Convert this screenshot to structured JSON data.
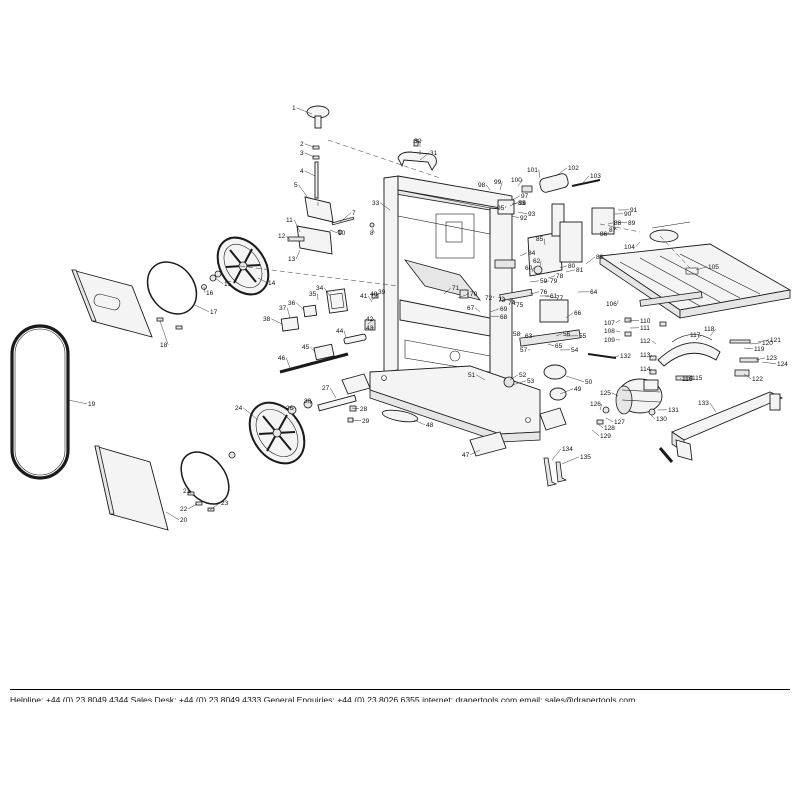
{
  "footer": {
    "text": "Helpline: +44 (0) 23 8049 4344   Sales Desk: +44 (0) 23 8049 4333   General Enquiries: +44 (0) 23 8026 6355   internet: drapertools.com   email: sales@drapertools.com"
  },
  "labels": [
    {
      "id": "1",
      "text": "1"
    },
    {
      "id": "2",
      "text": "2"
    },
    {
      "id": "3",
      "text": "3"
    },
    {
      "id": "4",
      "text": "4"
    },
    {
      "id": "5",
      "text": "5"
    },
    {
      "id": "7",
      "text": "7"
    },
    {
      "id": "8",
      "text": "8"
    },
    {
      "id": "10",
      "text": "10"
    },
    {
      "id": "11",
      "text": "11"
    },
    {
      "id": "12",
      "text": "12"
    },
    {
      "id": "13",
      "text": "13"
    },
    {
      "id": "14",
      "text": "14"
    },
    {
      "id": "15",
      "text": "15"
    },
    {
      "id": "16",
      "text": "16"
    },
    {
      "id": "17",
      "text": "17"
    },
    {
      "id": "18",
      "text": "18"
    },
    {
      "id": "19",
      "text": "19"
    },
    {
      "id": "20",
      "text": "20"
    },
    {
      "id": "21",
      "text": "21"
    },
    {
      "id": "22",
      "text": "22"
    },
    {
      "id": "23",
      "text": "23"
    },
    {
      "id": "24",
      "text": "24"
    },
    {
      "id": "26",
      "text": "26"
    },
    {
      "id": "27",
      "text": "27"
    },
    {
      "id": "28",
      "text": "28"
    },
    {
      "id": "29",
      "text": "29"
    },
    {
      "id": "30",
      "text": "30"
    },
    {
      "id": "31",
      "text": "31"
    },
    {
      "id": "32",
      "text": "32"
    },
    {
      "id": "33",
      "text": "33"
    },
    {
      "id": "34",
      "text": "34"
    },
    {
      "id": "35",
      "text": "35"
    },
    {
      "id": "36",
      "text": "36"
    },
    {
      "id": "37",
      "text": "37"
    },
    {
      "id": "38",
      "text": "38"
    },
    {
      "id": "39",
      "text": "39"
    },
    {
      "id": "40",
      "text": "40"
    },
    {
      "id": "41",
      "text": "41"
    },
    {
      "id": "42",
      "text": "42"
    },
    {
      "id": "43",
      "text": "43"
    },
    {
      "id": "44",
      "text": "44"
    },
    {
      "id": "45",
      "text": "45"
    },
    {
      "id": "46",
      "text": "46"
    },
    {
      "id": "47",
      "text": "47"
    },
    {
      "id": "48",
      "text": "48"
    },
    {
      "id": "49",
      "text": "49"
    },
    {
      "id": "50",
      "text": "50"
    },
    {
      "id": "51",
      "text": "51"
    },
    {
      "id": "52",
      "text": "52"
    },
    {
      "id": "53",
      "text": "53"
    },
    {
      "id": "54",
      "text": "54"
    },
    {
      "id": "55",
      "text": "55"
    },
    {
      "id": "56",
      "text": "56"
    },
    {
      "id": "57",
      "text": "57"
    },
    {
      "id": "58",
      "text": "58"
    },
    {
      "id": "59",
      "text": "59"
    },
    {
      "id": "60",
      "text": "60"
    },
    {
      "id": "61",
      "text": "61"
    },
    {
      "id": "62",
      "text": "62"
    },
    {
      "id": "63",
      "text": "63"
    },
    {
      "id": "64",
      "text": "64"
    },
    {
      "id": "65",
      "text": "65"
    },
    {
      "id": "66",
      "text": "66"
    },
    {
      "id": "67",
      "text": "67"
    },
    {
      "id": "68",
      "text": "68"
    },
    {
      "id": "69",
      "text": "69"
    },
    {
      "id": "70",
      "text": "70"
    },
    {
      "id": "71",
      "text": "71"
    },
    {
      "id": "72",
      "text": "72"
    },
    {
      "id": "73",
      "text": "73"
    },
    {
      "id": "74",
      "text": "74"
    },
    {
      "id": "75",
      "text": "75"
    },
    {
      "id": "76",
      "text": "76"
    },
    {
      "id": "77",
      "text": "77"
    },
    {
      "id": "78",
      "text": "78"
    },
    {
      "id": "79",
      "text": "79"
    },
    {
      "id": "80",
      "text": "80"
    },
    {
      "id": "81",
      "text": "81"
    },
    {
      "id": "82",
      "text": "82"
    },
    {
      "id": "83",
      "text": "83"
    },
    {
      "id": "84",
      "text": "84"
    },
    {
      "id": "85",
      "text": "85"
    },
    {
      "id": "86",
      "text": "86"
    },
    {
      "id": "87",
      "text": "87"
    },
    {
      "id": "88",
      "text": "88"
    },
    {
      "id": "89",
      "text": "89"
    },
    {
      "id": "90",
      "text": "90"
    },
    {
      "id": "91",
      "text": "91"
    },
    {
      "id": "92",
      "text": "92"
    },
    {
      "id": "93",
      "text": "93"
    },
    {
      "id": "95",
      "text": "95"
    },
    {
      "id": "96",
      "text": "96"
    },
    {
      "id": "97",
      "text": "97"
    },
    {
      "id": "98",
      "text": "98"
    },
    {
      "id": "99",
      "text": "99"
    },
    {
      "id": "100",
      "text": "100"
    },
    {
      "id": "101",
      "text": "101"
    },
    {
      "id": "102",
      "text": "102"
    },
    {
      "id": "103",
      "text": "103"
    },
    {
      "id": "104",
      "text": "104"
    },
    {
      "id": "105",
      "text": "105"
    },
    {
      "id": "106",
      "text": "106"
    },
    {
      "id": "107",
      "text": "107"
    },
    {
      "id": "108",
      "text": "108"
    },
    {
      "id": "109",
      "text": "109"
    },
    {
      "id": "110",
      "text": "110"
    },
    {
      "id": "111",
      "text": "111"
    },
    {
      "id": "112",
      "text": "112"
    },
    {
      "id": "113",
      "text": "113"
    },
    {
      "id": "114",
      "text": "114"
    },
    {
      "id": "115",
      "text": "115"
    },
    {
      "id": "116",
      "text": "116"
    },
    {
      "id": "117",
      "text": "117"
    },
    {
      "id": "118",
      "text": "118"
    },
    {
      "id": "119",
      "text": "119"
    },
    {
      "id": "120",
      "text": "120"
    },
    {
      "id": "121",
      "text": "121"
    },
    {
      "id": "122",
      "text": "122"
    },
    {
      "id": "123",
      "text": "123"
    },
    {
      "id": "124",
      "text": "124"
    },
    {
      "id": "125",
      "text": "125"
    },
    {
      "id": "126",
      "text": "126"
    },
    {
      "id": "127",
      "text": "127"
    },
    {
      "id": "128",
      "text": "128"
    },
    {
      "id": "129",
      "text": "129"
    },
    {
      "id": "130",
      "text": "130"
    },
    {
      "id": "131",
      "text": "131"
    },
    {
      "id": "132",
      "text": "132"
    },
    {
      "id": "133",
      "text": "133"
    },
    {
      "id": "134",
      "text": "134"
    },
    {
      "id": "135",
      "text": "135"
    }
  ]
}
